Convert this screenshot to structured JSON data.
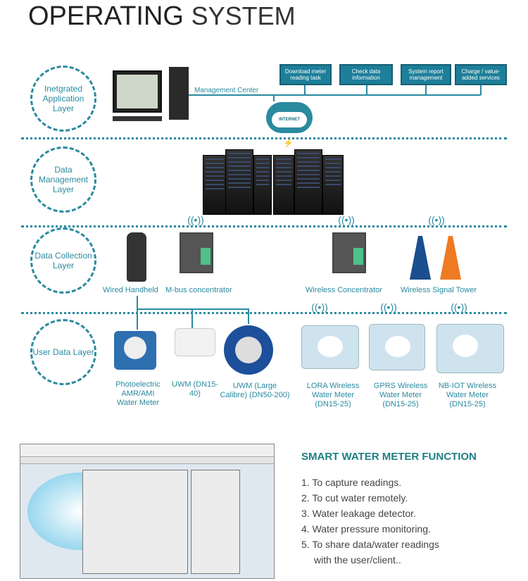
{
  "title": {
    "bold": "OPERATING",
    "light": "SYSTEM"
  },
  "layers": [
    "Inetgrated Application Layer",
    "Data Management Layer",
    "Data Collection Layer",
    "User Data Layer"
  ],
  "management_center": "Management Center",
  "internet": "INTERNET",
  "services": [
    "Download meter reading task",
    "Check data information",
    "System report management",
    "Charge / value-added services"
  ],
  "collection": [
    "Wired Handheld",
    "M-bus concentrator",
    "Wireless Concentrator",
    "Wireless Signal Tower"
  ],
  "meters": [
    "Photoelectric AMR/AMI Water Meter",
    "UWM (DN15-40)",
    "UWM (Large Calibre) (DN50-200)",
    "LORA Wireless Water Meter (DN15-25)",
    "GPRS Wireless Water Meter (DN15-25)",
    "NB-IOT Wireless Water Meter (DN15-25)"
  ],
  "function": {
    "title": "SMART WATER METER FUNCTION",
    "items": [
      "1. To capture readings.",
      "2. To cut water remotely.",
      "3. Water leakage detector.",
      "4. Water pressure monitoring.",
      "5. To share data/water readings",
      "with the user/client.."
    ]
  },
  "colors": {
    "accent": "#2a8aa0",
    "box": "#1d7f99"
  }
}
